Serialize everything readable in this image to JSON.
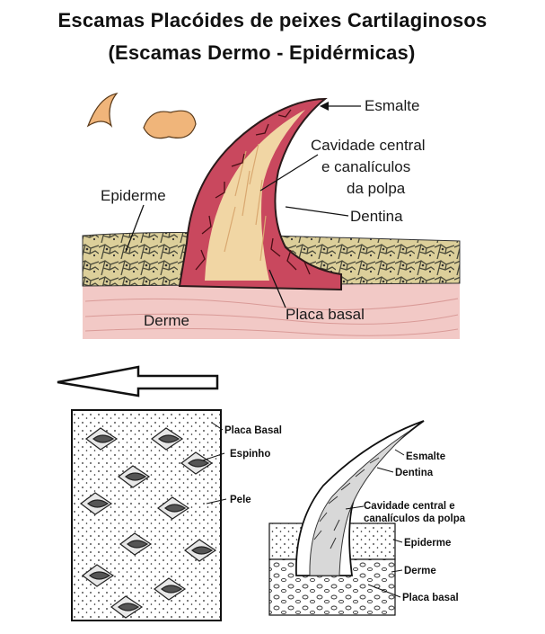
{
  "title": {
    "line1": "Escamas Placóides de peixes Cartilaginosos",
    "line2": "(Escamas Dermo - Epidérmicas)"
  },
  "top_diagram": {
    "labels": {
      "esmalte": "Esmalte",
      "cavidade_1": "Cavidade central",
      "cavidade_2": "e canalículos",
      "cavidade_3": "da polpa",
      "dentina": "Dentina",
      "epiderme": "Epiderme",
      "derme": "Derme",
      "placa_basal": "Placa basal"
    }
  },
  "bottom_diagram": {
    "skin_labels": {
      "placa_basal": "Placa Basal",
      "espinho": "Espinho",
      "pele": "Pele"
    },
    "section_labels": {
      "esmalte": "Esmalte",
      "dentina": "Dentina",
      "cavidade_1": "Cavidade central e",
      "cavidade_2": "canalículos da polpa",
      "epiderme": "Epiderme",
      "derme": "Derme",
      "placa_basal": "Placa basal"
    }
  },
  "colors": {
    "enamel": "#c9485e",
    "pulp": "#f1d6a4",
    "epidermis": "#d8cf9a",
    "dermis": "#f2c9c6",
    "scale_icon": "#f0b57a"
  }
}
